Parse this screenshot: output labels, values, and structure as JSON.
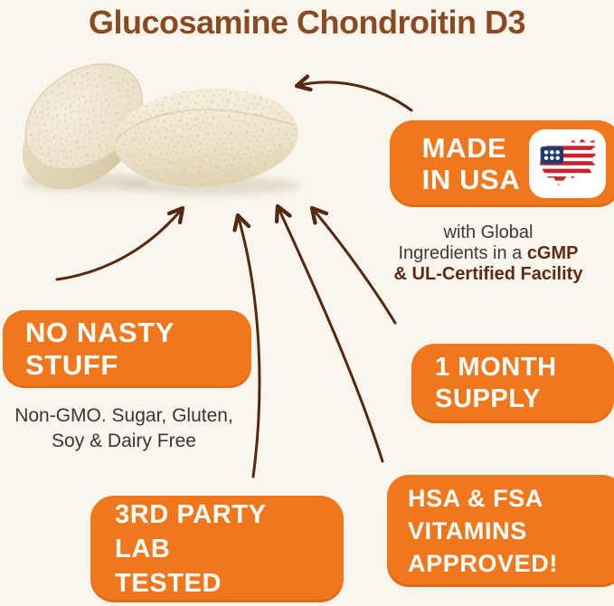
{
  "title": "Glucosamine Chondroitin D3",
  "badges": {
    "made_in_usa": {
      "line1": "MADE",
      "line2": "IN USA",
      "icon": "usa-flag-map-icon"
    },
    "no_nasty": {
      "line1": "NO NASTY",
      "line2": "STUFF"
    },
    "one_month": {
      "line1": "1 MONTH",
      "line2": "SUPPLY"
    },
    "lab_tested": {
      "line1": "3RD PARTY",
      "line2": "LAB",
      "line3": "TESTED"
    },
    "hsa_fsa": {
      "line1": "HSA & FSA",
      "line2": "VITAMINS",
      "line3": "APPROVED!"
    }
  },
  "notes": {
    "usa": {
      "line1": "with Global",
      "line2_regular": "Ingredients in a ",
      "line2_bold": "cGMP",
      "line3_bold": "& UL-Certified Facility"
    },
    "no_nasty": {
      "line1": "Non-GMO. Sugar, Gluten,",
      "line2": "Soy & Dairy Free"
    }
  },
  "images": {
    "pills": "two cream speckled oval supplement tablets"
  },
  "colors": {
    "background": "#FBF6ED",
    "badge_orange": "#F0771B",
    "badge_text": "#FFFFFF",
    "title_brown": "#8A4A22",
    "arrow_brown": "#552811",
    "note_regular": "#413931",
    "note_bold_brown": "#5E2A14",
    "flag_blue": "#1F3B72",
    "flag_red": "#CC2229",
    "pill_cream": "#EDE4CB"
  }
}
